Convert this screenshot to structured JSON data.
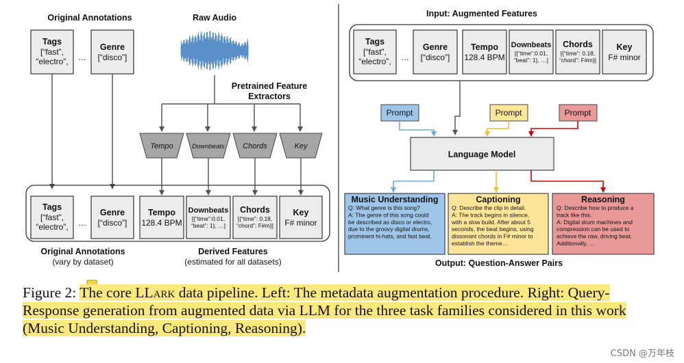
{
  "left": {
    "orig_annotations_title": "Original Annotations",
    "raw_audio_title": "Raw Audio",
    "pretrained_line1": "Pretrained Feature",
    "pretrained_line2": "Extractors",
    "ellipsis": "…",
    "tags_box": {
      "title": "Tags",
      "line1": "[“fast”,",
      "line2": "“electro”,"
    },
    "genre_box": {
      "title": "Genre",
      "line1": "[“disco”]"
    },
    "extractors": [
      "Tempo",
      "Downbeats",
      "Chords",
      "Key"
    ],
    "bottom_boxes": {
      "tempo": {
        "title": "Tempo",
        "line1": "128.4 BPM"
      },
      "downbeats": {
        "title": "Downbeats",
        "line1": "[{“time”:0.01,",
        "line2": "“beat”: 1}, …]"
      },
      "chords": {
        "title": "Chords",
        "line1": "[{“time”: 0.18,",
        "line2": "“chord”: F#m}]"
      },
      "key": {
        "title": "Key",
        "line1": "F# minor"
      }
    },
    "label_orig": "Original Annotations",
    "label_orig_sub": "(vary by dataset)",
    "label_derived": "Derived Features",
    "label_derived_sub": "(estimated for all datasets)"
  },
  "right": {
    "input_title": "Input: Augmented Features",
    "prompt_label": "Prompt",
    "language_model": "Language Model",
    "output_title": "Output: Question-Answer Pairs",
    "music_understanding": {
      "title": "Music Understanding",
      "lines": [
        "Q: What genre is this song?",
        "A: The genre of this song could",
        "be described as disco or electro,",
        "due to the groovy digital drums,",
        "prominent hi-hats, and fast beat."
      ]
    },
    "captioning": {
      "title": "Captioning",
      "lines": [
        "Q: Describe the clip in detail.",
        "A: The track begins in silence,",
        "with a slow build. After about 5",
        "seconds, the beat begins, using",
        "dissonant chords in F# minor to",
        "establish the theme…"
      ]
    },
    "reasoning": {
      "title": "Reasoning",
      "lines": [
        "Q: Describe how to produce a",
        "track like this.",
        "A: Digital drum machines and",
        "compression can be used to",
        "achieve the raw, driving beat.",
        "Additionally, …"
      ]
    }
  },
  "caption": {
    "part1": "Figure 2: ",
    "part2a": "The core LL",
    "part2b": "ark",
    "part2c": " data pipeline.  Left:  The metadata augmentation procedure.  Right: Query-Response generation from augmented data via LLM for the three task families considered in this work (Music Understanding, Captioning, Reasoning)."
  },
  "watermark": "CSDN @万年枝",
  "colors": {
    "blue_fill": "#9fc5e8",
    "blue_stroke": "#6fa8dc",
    "yellow_fill": "#ffe599",
    "yellow_stroke": "#f1c232",
    "red_fill": "#ea9999",
    "red_stroke": "#cc0000",
    "gray_box": "#e8e8e8",
    "extractor": "#a6a6a6"
  }
}
